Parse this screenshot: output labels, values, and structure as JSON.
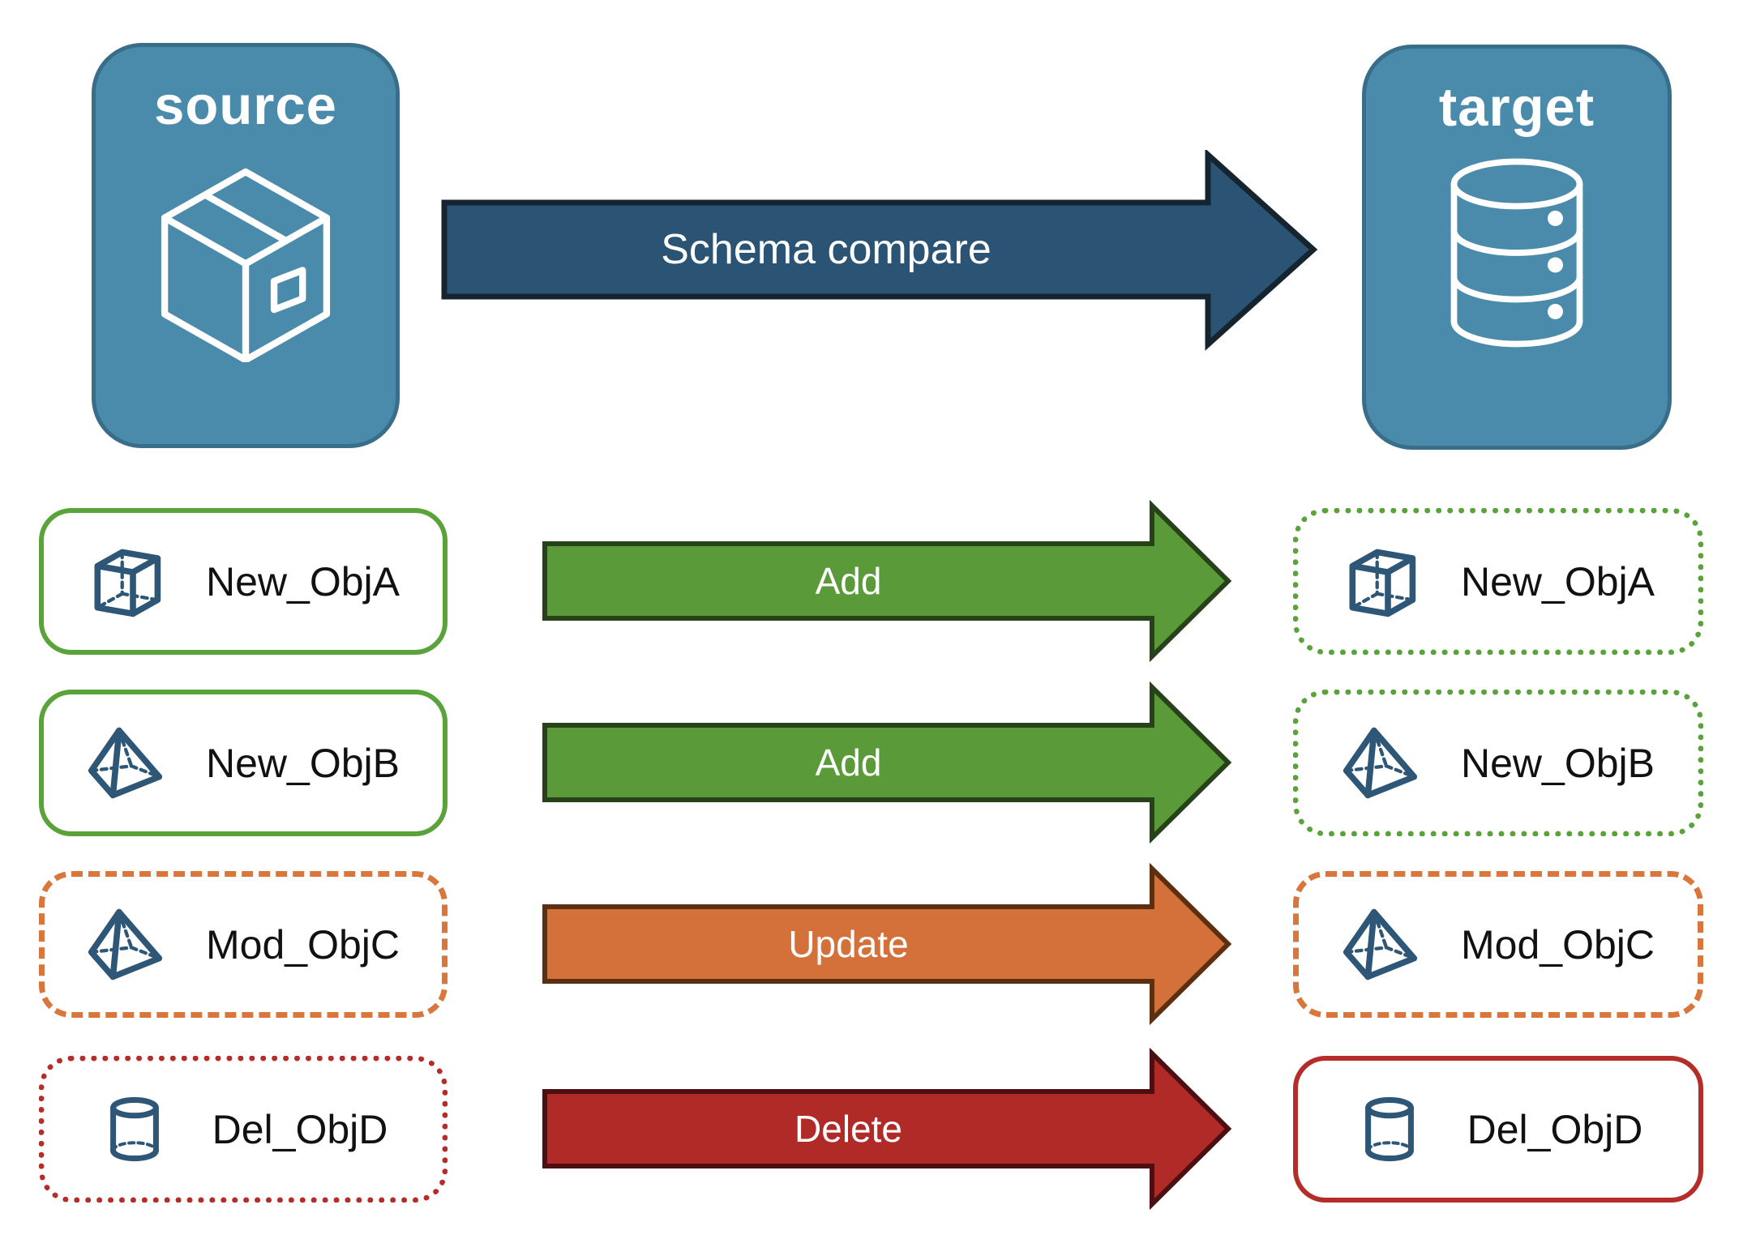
{
  "source": {
    "label": "source",
    "icon": "package-icon"
  },
  "target": {
    "label": "target",
    "icon": "database-icon"
  },
  "compare_arrow": {
    "label": "Schema compare"
  },
  "rows": [
    {
      "object": "New_ObjA",
      "action": "Add",
      "icon": "cube-icon",
      "source_border": "solid-green",
      "target_border": "dotted-green"
    },
    {
      "object": "New_ObjB",
      "action": "Add",
      "icon": "pyramid-icon",
      "source_border": "solid-green",
      "target_border": "dotted-green"
    },
    {
      "object": "Mod_ObjC",
      "action": "Update",
      "icon": "pyramid-icon",
      "source_border": "dashed-orange",
      "target_border": "dashed-orange"
    },
    {
      "object": "Del_ObjD",
      "action": "Delete",
      "icon": "cylinder-icon",
      "source_border": "dotted-red",
      "target_border": "solid-red"
    }
  ],
  "colors": {
    "node_fill": "#4a8aab",
    "node_border": "#386e89",
    "compare_fill": "#2b5474",
    "compare_outline": "#16242f",
    "green_fill": "#5a9a38",
    "green_outline": "#27411a",
    "green_border": "#5aa33a",
    "orange_fill": "#d4703a",
    "orange_outline": "#5c2f10",
    "orange_border": "#d9763b",
    "red_fill": "#b02a28",
    "red_outline": "#4c1012",
    "red_border": "#b52d28",
    "icon_blue": "#2e5777",
    "text_black": "#111111",
    "text_white": "#ffffff"
  }
}
